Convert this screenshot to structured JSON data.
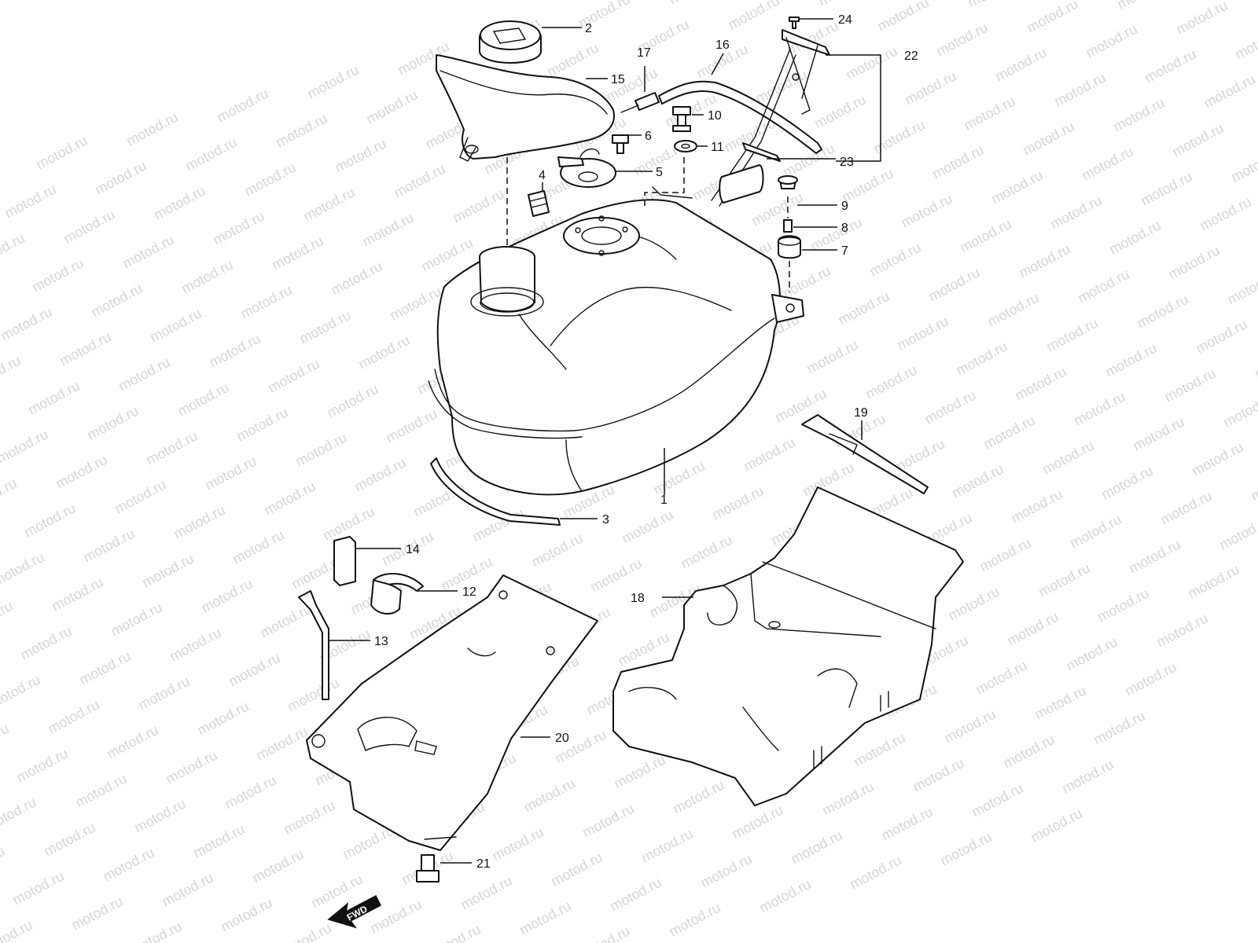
{
  "watermark": "motod.ru",
  "direction_label": "FWD",
  "callouts": {
    "c1": "1",
    "c2": "2",
    "c3": "3",
    "c4": "4",
    "c5": "5",
    "c6": "6",
    "c7": "7",
    "c8": "8",
    "c9": "9",
    "c10": "10",
    "c11": "11",
    "c12": "12",
    "c13": "13",
    "c14": "14",
    "c15": "15",
    "c16": "16",
    "c17": "17",
    "c18": "18",
    "c19": "19",
    "c20": "20",
    "c21": "21",
    "c22": "22",
    "c23": "23",
    "c24": "24"
  }
}
